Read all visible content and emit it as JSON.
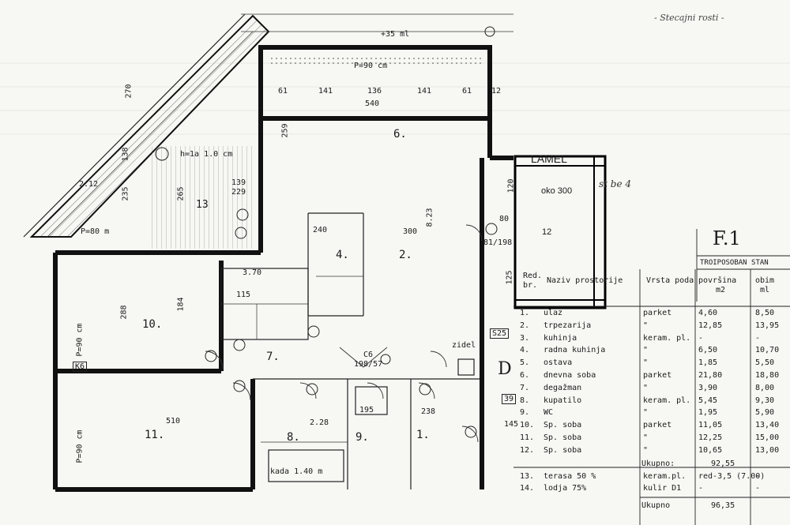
{
  "note_top_right": "- Stecajni rosti -",
  "top_dims": {
    "width_note": "+35 ml",
    "p_label": "P=90 cm",
    "segments": [
      "61",
      "141",
      "136",
      "141",
      "61",
      "12"
    ],
    "total": "540"
  },
  "left_dims": {
    "d270": "270",
    "d212": "2.12",
    "d235": "235",
    "d138": "138"
  },
  "rooms_text": {
    "r13": "13",
    "r13_sub": "h=1a 1.0 cm",
    "r13_dim1": "139",
    "r13_dim2": "229",
    "r13_265": "265",
    "r6": "6.",
    "r2": "2.",
    "r4": "4.",
    "r10": "10.",
    "r11": "11.",
    "r7": "7.",
    "r8": "8.",
    "r9": "9.",
    "r1": "1.",
    "r12_box_title": "LAMEL",
    "r12_area": "oko 300",
    "r12_num": "12",
    "r12_side": "st be 4",
    "p80": "P=80 m",
    "p90a": "P=90 cm",
    "p90b": "P=90 cm",
    "d259": "259",
    "d823": "8.23",
    "d300": "300",
    "d240": "240",
    "d510": "510",
    "d184": "184",
    "d288": "288",
    "d120": "120",
    "d80": "80",
    "d125": "125",
    "d8198": "81/198",
    "d115": "115",
    "d370": "3.70",
    "c6": "C6",
    "c6b": "198/57",
    "d228": "2.28",
    "d195": "195",
    "d238": "238",
    "k6": "K6",
    "s25": "S25",
    "d39": "39",
    "d145": "145",
    "kada": "kada 1.40 m",
    "door_sym": "D",
    "zid": "zidel"
  },
  "legend": {
    "title_big": "F.1",
    "subtitle": "TROIPOSOBAN STAN",
    "headers": {
      "red": "Red.",
      "br": "br.",
      "name": "Naziv prostorije",
      "floor": "Vrsta poda",
      "area": "površina",
      "area_unit": "m2",
      "perim": "obim",
      "perim_unit": "ml"
    },
    "rows": [
      {
        "no": "1.",
        "name": "ulaz",
        "floor": "parket",
        "area": "4,60",
        "perim": "8,50"
      },
      {
        "no": "2.",
        "name": "trpezarija",
        "floor": "\"",
        "area": "12,85",
        "perim": "13,95"
      },
      {
        "no": "3.",
        "name": "kuhinja",
        "floor": "keram. pl.",
        "area": "-",
        "perim": "-"
      },
      {
        "no": "4.",
        "name": "radna kuhinja",
        "floor": "\"",
        "area": "6,50",
        "perim": "10,70"
      },
      {
        "no": "5.",
        "name": "ostava",
        "floor": "\"",
        "area": "1,85",
        "perim": "5,50"
      },
      {
        "no": "6.",
        "name": "dnevna soba",
        "floor": "parket",
        "area": "21,80",
        "perim": "18,80"
      },
      {
        "no": "7.",
        "name": "degažman",
        "floor": "\"",
        "area": "3,90",
        "perim": "8,00"
      },
      {
        "no": "8.",
        "name": "kupatilo",
        "floor": "keram. pl.",
        "area": "5,45",
        "perim": "9,30"
      },
      {
        "no": "9.",
        "name": "WC",
        "floor": "\"",
        "area": "1,95",
        "perim": "5,90"
      },
      {
        "no": "10.",
        "name": "Sp. soba",
        "floor": "parket",
        "area": "11,05",
        "perim": "13,40"
      },
      {
        "no": "11.",
        "name": "Sp. soba",
        "floor": "\"",
        "area": "12,25",
        "perim": "15,00"
      },
      {
        "no": "12.",
        "name": "Sp. soba",
        "floor": "\"",
        "area": "10,65",
        "perim": "13,00"
      }
    ],
    "ukupno1_label": "Ukupno:",
    "ukupno1_value": "92,55",
    "extra_rows": [
      {
        "no": "13.",
        "name": "terasa 50 %",
        "floor": "keram.pl.",
        "area": "red-3,5 (7.00)",
        "perim": "-"
      },
      {
        "no": "14.",
        "name": "lodja 75%",
        "floor": "kulir D1",
        "area": "-",
        "perim": "-"
      }
    ],
    "ukupno2_label": "Ukupno",
    "ukupno2_value": "96,35"
  }
}
